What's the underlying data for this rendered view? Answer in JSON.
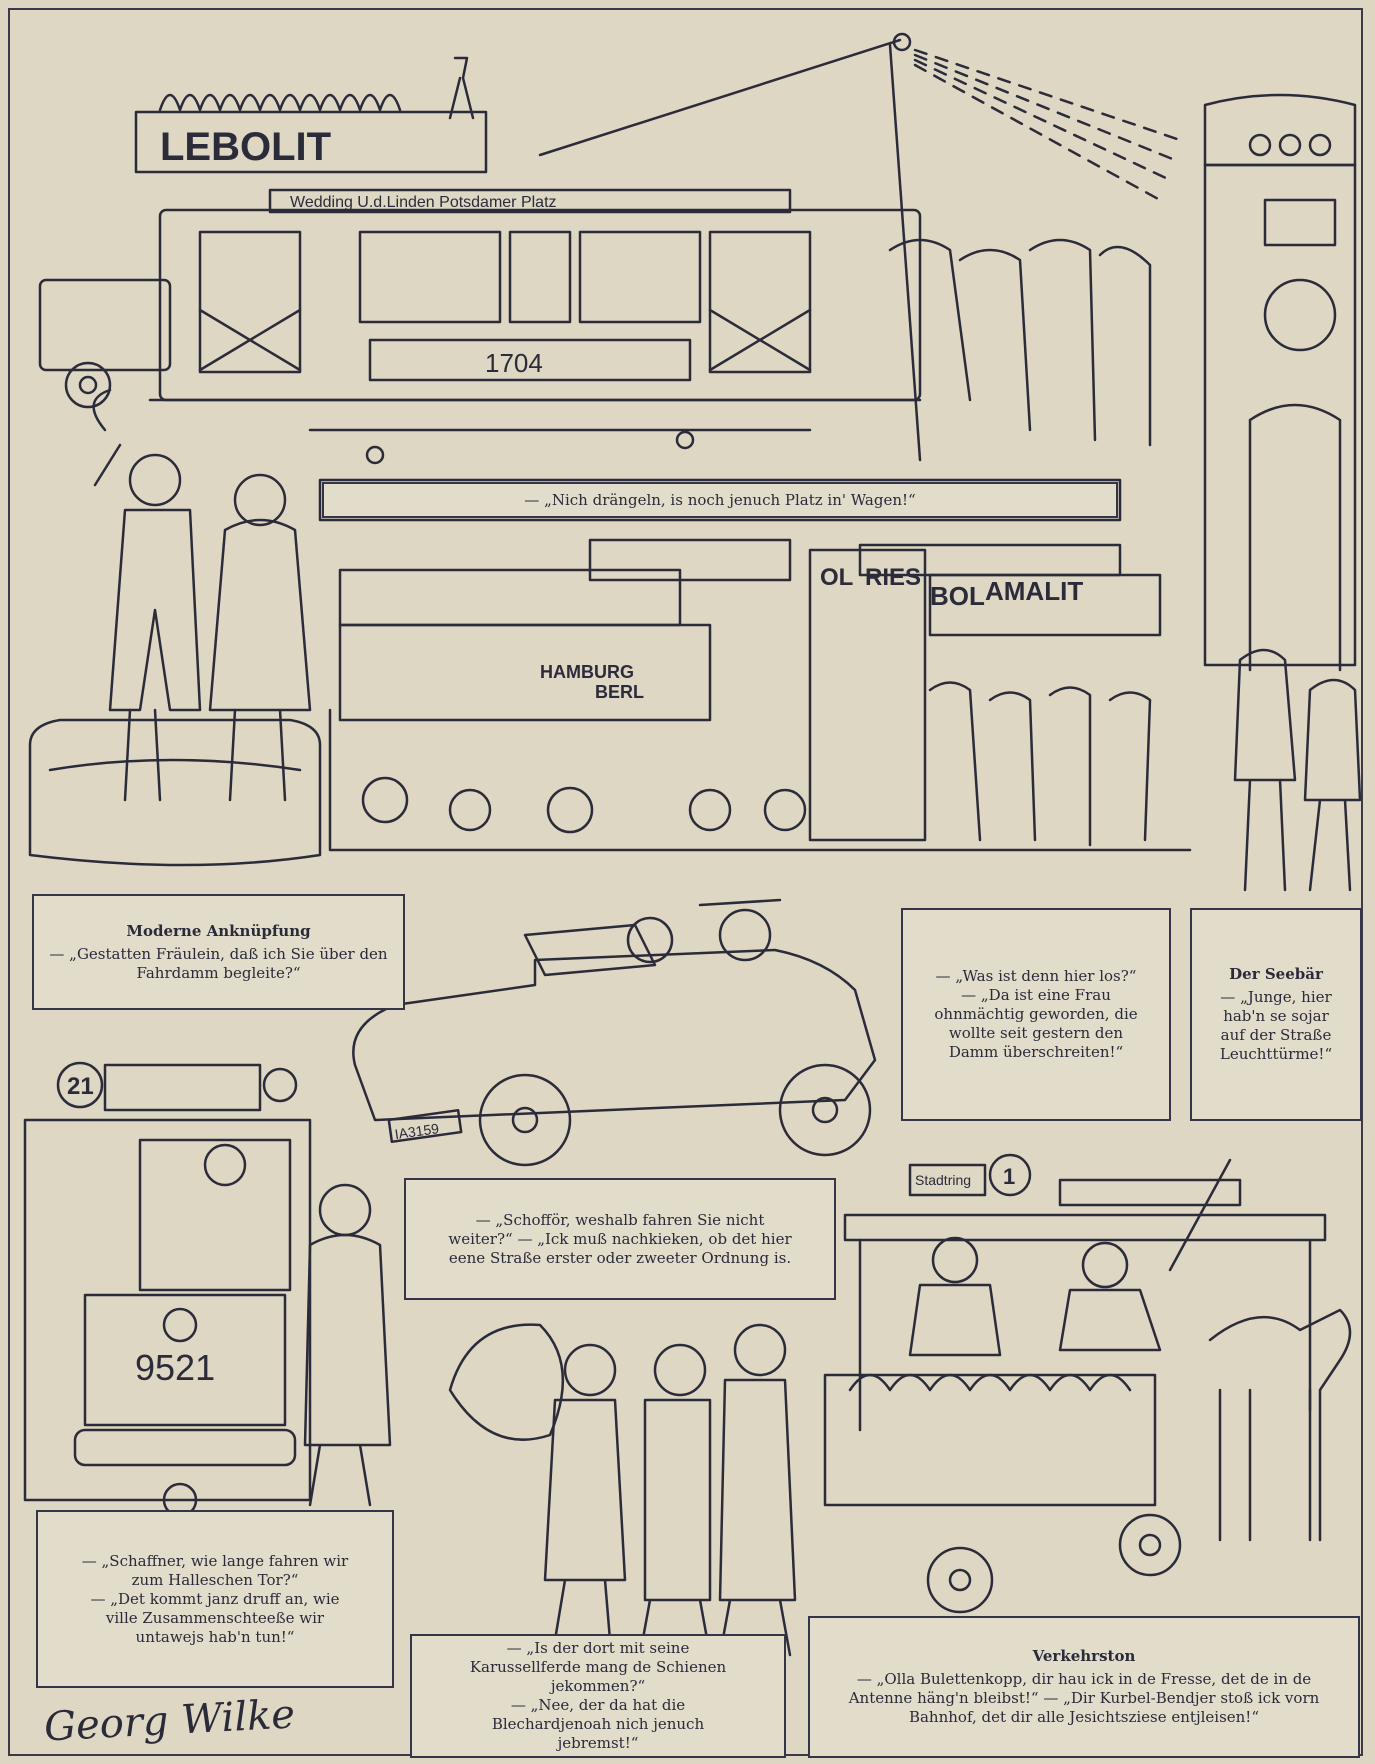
{
  "scenes": {
    "tram": {
      "roof_sign": "LEBOLIT",
      "route_board": "Wedding  U.d.Linden  Potsdamer Platz",
      "number": "1704"
    },
    "traffic_signs": {
      "sign1": "HAMBURG",
      "sign2": "BERL",
      "sign3": "AMALIT",
      "sign4": "BOL",
      "sign5": "RIES",
      "sign6": "OL"
    },
    "car": {
      "plate": "IA3159"
    },
    "small_tram": {
      "route_no": "21",
      "number": "9521"
    },
    "horse_tram": {
      "board": "Stadtring",
      "route_no": "1"
    }
  },
  "captions": {
    "tram_caption": "— „Nich drängeln, is noch jenuch Platz in' Wagen!“",
    "moderne": {
      "title": "Moderne Anknüpfung",
      "text": "— „Gestatten Fräulein, daß ich Sie über den Fahrdamm begleite?“"
    },
    "ohnmacht": {
      "text": "— „Was ist denn hier los?“ — „Da ist eine Frau ohnmächtig geworden, die wollte seit gestern den Damm überschreiten!“"
    },
    "seebaer": {
      "title": "Der Seebär",
      "text": "— „Junge, hier hab'n se sojar auf der Straße Leuchttürme!“"
    },
    "schoffoer": {
      "text": "— „Schofför, weshalb fahren Sie nicht weiter?“ — „Ick muß nachkieken, ob det hier eene Straße erster oder zweeter Ordnung is."
    },
    "schaffner": {
      "line1": "— „Schaffner, wie lange fahren wir zum Halleschen Tor?“",
      "line2": "— „Det kommt janz druff an, wie ville Zusammenschteeße wir untawejs hab'n tun!“"
    },
    "karussell": {
      "line1": "— „Is der dort mit seine Karussellferde mang de Schienen jekommen?“",
      "line2": "— „Nee, der da hat die Blechardjenoah nich jenuch jebremst!“"
    },
    "verkehrston": {
      "title": "Verkehrston",
      "text": "— „Olla Bulettenkopp, dir hau ick in de Fresse, det de in de Antenne häng'n bleibst!“ — „Dir Kurbel-Bendjer stoß ick vorn Bahnhof, det dir alle Jesichtsziese entjleisen!“"
    }
  },
  "signature": "Georg Wilke",
  "colors": {
    "paper": "#ddd7c4",
    "ink": "#2b2b3a"
  }
}
